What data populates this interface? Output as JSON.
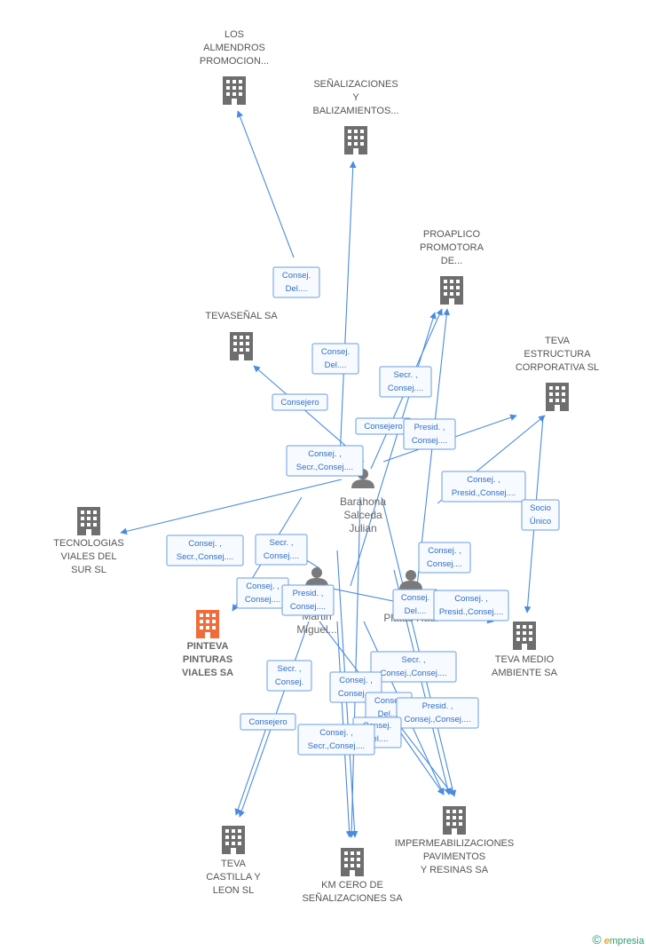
{
  "colors": {
    "edge": "#4a8be0",
    "building": "#6e6e6e",
    "focus": "#f26b3a",
    "person": "#7a7a7a"
  },
  "companies": [
    {
      "id": "almendros",
      "lines": [
        "LOS",
        "ALMENDROS",
        "PROMOCION..."
      ],
      "focus": false
    },
    {
      "id": "senalizaciones",
      "lines": [
        "SEÑALIZACIONES",
        "Y",
        "BALIZAMIENTOS..."
      ],
      "focus": false
    },
    {
      "id": "proaplico",
      "lines": [
        "PROAPLICO",
        "PROMOTORA",
        "DE..."
      ],
      "focus": false
    },
    {
      "id": "tevasenal",
      "lines": [
        "TEVASEÑAL SA"
      ],
      "focus": false
    },
    {
      "id": "teva_estructura",
      "lines": [
        "TEVA",
        "ESTRUCTURA",
        "CORPORATIVA SL"
      ],
      "focus": false
    },
    {
      "id": "tecnologias",
      "lines": [
        "TECNOLOGIAS",
        "VIALES DEL",
        "SUR SL"
      ],
      "focus": false
    },
    {
      "id": "pinteva",
      "lines": [
        "PINTEVA",
        "PINTURAS",
        "VIALES SA"
      ],
      "focus": true
    },
    {
      "id": "teva_medio",
      "lines": [
        "TEVA MEDIO",
        "AMBIENTE SA"
      ],
      "focus": false
    },
    {
      "id": "teva_castilla",
      "lines": [
        "TEVA",
        "CASTILLA Y",
        "LEON SL"
      ],
      "focus": false
    },
    {
      "id": "kmcero",
      "lines": [
        "KM CERO DE",
        "SEÑALIZACIONES SA"
      ],
      "focus": false
    },
    {
      "id": "impermeab",
      "lines": [
        "IMPERMEABILIZACIONES",
        "PAVIMENTOS",
        "Y RESINAS SA"
      ],
      "focus": false
    }
  ],
  "people": [
    {
      "id": "barahona",
      "lines": [
        "Barahona",
        "Salceda",
        "Julian"
      ]
    },
    {
      "id": "martin",
      "lines": [
        "Martin",
        "Miguel..."
      ]
    },
    {
      "id": "platas",
      "lines": [
        "Platas Raul"
      ]
    }
  ],
  "edge_labels": [
    {
      "id": "e1",
      "lines": [
        "Consej.",
        "Del...."
      ]
    },
    {
      "id": "e2",
      "lines": [
        "Consej.",
        "Del...."
      ]
    },
    {
      "id": "e3",
      "lines": [
        "Secr. ,",
        "Consej...."
      ]
    },
    {
      "id": "e4",
      "lines": [
        "Consejero"
      ]
    },
    {
      "id": "e5",
      "lines": [
        "Consejero"
      ]
    },
    {
      "id": "e6",
      "lines": [
        "Presid. ,",
        "Consej...."
      ]
    },
    {
      "id": "e7",
      "lines": [
        "Consej. ,",
        "Secr.,Consej...."
      ]
    },
    {
      "id": "e8",
      "lines": [
        "Consej. ,",
        "Presid.,Consej...."
      ]
    },
    {
      "id": "e9",
      "lines": [
        "Socio",
        "Único"
      ]
    },
    {
      "id": "e10",
      "lines": [
        "Consej. ,",
        "Secr.,Consej...."
      ]
    },
    {
      "id": "e11",
      "lines": [
        "Secr. ,",
        "Consej...."
      ]
    },
    {
      "id": "e12",
      "lines": [
        "Consej. ,",
        "Consej...."
      ]
    },
    {
      "id": "e13",
      "lines": [
        "Consej. ,",
        "Consej...."
      ]
    },
    {
      "id": "e14",
      "lines": [
        "Presid. ,",
        "Consej...."
      ]
    },
    {
      "id": "e15",
      "lines": [
        "Consej.",
        "Del...."
      ]
    },
    {
      "id": "e16",
      "lines": [
        "Consej. ,",
        "Presid.,Consej...."
      ]
    },
    {
      "id": "e17",
      "lines": [
        "Secr. ,",
        "Consej."
      ]
    },
    {
      "id": "e18",
      "lines": [
        "Secr. ,",
        "Consej.,Consej...."
      ]
    },
    {
      "id": "e19",
      "lines": [
        "Consej. ,",
        "Consej...."
      ]
    },
    {
      "id": "e20",
      "lines": [
        "Consej.",
        "Del...."
      ]
    },
    {
      "id": "e21",
      "lines": [
        "Presid. ,",
        "Consej.,Consej...."
      ]
    },
    {
      "id": "e22",
      "lines": [
        "Consejero"
      ]
    },
    {
      "id": "e23",
      "lines": [
        "Consej.",
        "Del...."
      ]
    },
    {
      "id": "e24",
      "lines": [
        "Consej. ,",
        "Secr.,Consej...."
      ]
    }
  ],
  "footer": {
    "copyright": "©",
    "brand_initial": "e",
    "brand_rest": "mpresia"
  }
}
